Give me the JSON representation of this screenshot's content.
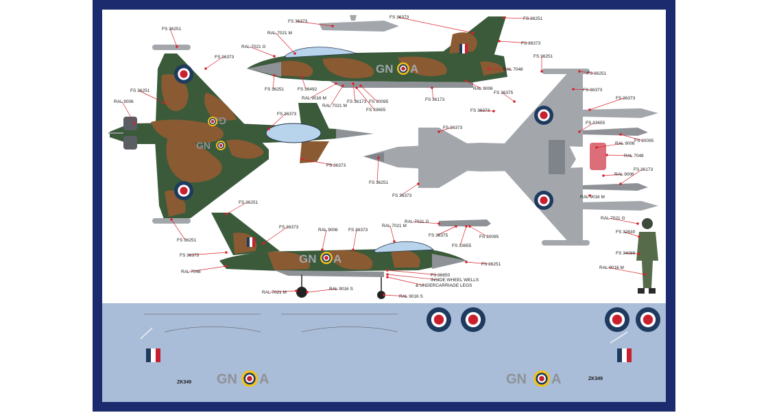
{
  "colors": {
    "frame": "#1c2a6e",
    "paper": "#ffffff",
    "decal_sheet": "#a9bcd8",
    "camo_green": "#3a5a3a",
    "camo_brown": "#8a5a32",
    "underside_grey": "#a3a7ac",
    "canopy": "#b8d4ec",
    "roundel_blue": "#1f3a5f",
    "roundel_red": "#c8202f",
    "roundel_yellow": "#f2c21a",
    "code_grey": "#8e9296",
    "leader": "#d8202a"
  },
  "callouts": {
    "top": [
      {
        "text": "FS 36251"
      },
      {
        "text": "FS 36373"
      },
      {
        "text": "FS 36251"
      },
      {
        "text": "RAL 9006"
      },
      {
        "text": "FS 36373"
      },
      {
        "text": "FS 36373"
      },
      {
        "text": "FS 36251"
      }
    ],
    "side_upper": [
      {
        "text": "RAL 7021 M"
      },
      {
        "text": "RAL 7021 G"
      },
      {
        "text": "FS 36373"
      },
      {
        "text": "FS 36373"
      },
      {
        "text": "FS 36251"
      },
      {
        "text": "FS 36373"
      },
      {
        "text": "RAL 7048"
      },
      {
        "text": "RAL 9006"
      },
      {
        "text": "FS 36173"
      },
      {
        "text": "FS 36251"
      },
      {
        "text": "FS 36492"
      },
      {
        "text": "RAL 9016 M"
      },
      {
        "text": "RAL 7021 M"
      },
      {
        "text": "FS 36173"
      },
      {
        "text": "FS 30095"
      },
      {
        "text": "FS 33655"
      }
    ],
    "bottom_view": [
      {
        "text": "FS 36251"
      },
      {
        "text": "FS 36251"
      },
      {
        "text": "FS 36375"
      },
      {
        "text": "FS 36373"
      },
      {
        "text": "FS 36373"
      },
      {
        "text": "FS 36373"
      },
      {
        "text": "FS 36373"
      },
      {
        "text": "FS 33655"
      },
      {
        "text": "RAL 9006"
      },
      {
        "text": "FS 30095"
      },
      {
        "text": "RAL 7048"
      },
      {
        "text": "RAL 9006"
      },
      {
        "text": "FS 36173"
      },
      {
        "text": "RAL 9016 M"
      },
      {
        "text": "FS 36251"
      },
      {
        "text": "FS 36373"
      }
    ],
    "side_lower": [
      {
        "text": "FS 36251"
      },
      {
        "text": "FS 36373"
      },
      {
        "text": "RAL 9006"
      },
      {
        "text": "FS 36373"
      },
      {
        "text": "RAL 7021 M"
      },
      {
        "text": "FS 36373"
      },
      {
        "text": "RAL 7048"
      },
      {
        "text": "FS 36251"
      },
      {
        "text": "FS 36650"
      },
      {
        "text": "INSIDE WHEEL WELLS"
      },
      {
        "text": "& UNDERCARRIAGE LEGS"
      },
      {
        "text": "RAL 7021 M"
      },
      {
        "text": "RAL 9016 S"
      },
      {
        "text": "RAL 9016 S"
      },
      {
        "text": "RAL 7021 G"
      },
      {
        "text": "FS 36375"
      },
      {
        "text": "FS 30095"
      },
      {
        "text": "FS 33655"
      }
    ],
    "pilot": [
      {
        "text": "RAL 7021 G"
      },
      {
        "text": "FS 32630"
      },
      {
        "text": "FS 34089"
      },
      {
        "text": "RAL 9016 M"
      }
    ]
  },
  "markings": {
    "code": "GN",
    "code_suffix": "A",
    "serial": "ZK349"
  }
}
